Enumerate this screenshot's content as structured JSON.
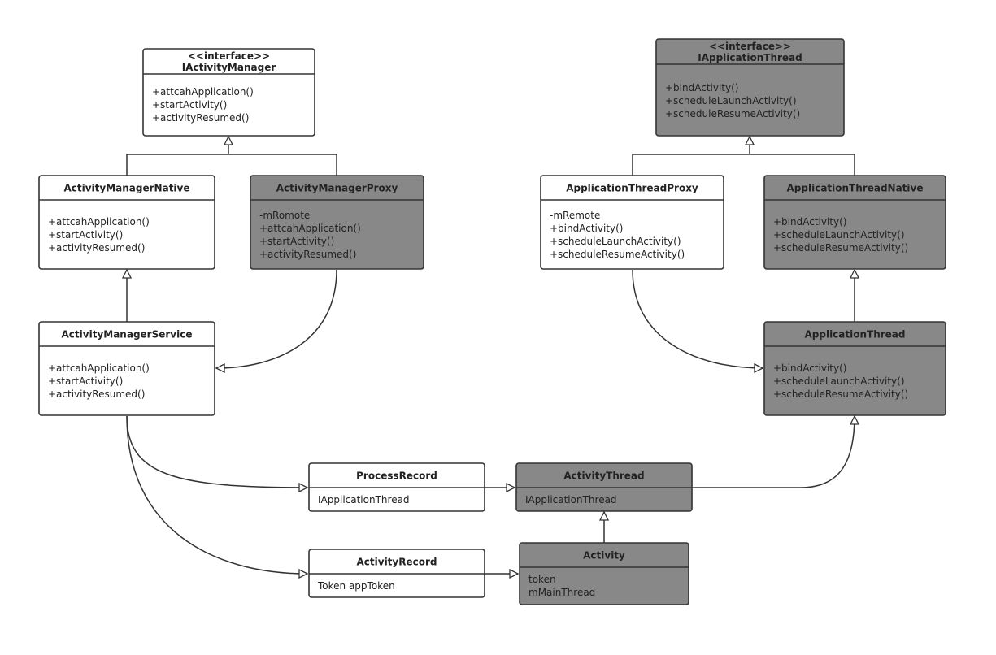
{
  "colors": {
    "plain_fill": "#ffffff",
    "shaded_fill": "#888888",
    "stroke": "#333333"
  },
  "classes": [
    {
      "id": "IActivityManager",
      "stereotype": "<<interface>>",
      "name": "IActivityManager",
      "shaded": false,
      "members": [
        "+attcahApplication()",
        "+startActivity()",
        "+activityResumed()"
      ]
    },
    {
      "id": "IApplicationThread",
      "stereotype": "<<interface>>",
      "name": "IApplicationThread",
      "shaded": true,
      "members": [
        "+bindActivity()",
        "+scheduleLaunchActivity()",
        "+scheduleResumeActivity()"
      ]
    },
    {
      "id": "ActivityManagerNative",
      "name": "ActivityManagerNative",
      "shaded": false,
      "members": [
        "+attcahApplication()",
        "+startActivity()",
        "+activityResumed()"
      ]
    },
    {
      "id": "ActivityManagerProxy",
      "name": "ActivityManagerProxy",
      "shaded": true,
      "members": [
        "-mRomote",
        "+attcahApplication()",
        "+startActivity()",
        "+activityResumed()"
      ]
    },
    {
      "id": "ApplicationThreadProxy",
      "name": "ApplicationThreadProxy",
      "shaded": false,
      "members": [
        "-mRemote",
        "+bindActivity()",
        "+scheduleLaunchActivity()",
        "+scheduleResumeActivity()"
      ]
    },
    {
      "id": "ApplicationThreadNative",
      "name": "ApplicationThreadNative",
      "shaded": true,
      "members": [
        "+bindActivity()",
        "+scheduleLaunchActivity()",
        "+scheduleResumeActivity()"
      ]
    },
    {
      "id": "ActivityManagerService",
      "name": "ActivityManagerService",
      "shaded": false,
      "members": [
        "+attcahApplication()",
        "+startActivity()",
        "+activityResumed()"
      ]
    },
    {
      "id": "ApplicationThread",
      "name": "ApplicationThread",
      "shaded": true,
      "members": [
        "+bindActivity()",
        "+scheduleLaunchActivity()",
        "+scheduleResumeActivity()"
      ]
    },
    {
      "id": "ProcessRecord",
      "name": "ProcessRecord",
      "shaded": false,
      "members": [
        "IApplicationThread"
      ]
    },
    {
      "id": "ActivityThread",
      "name": "ActivityThread",
      "shaded": true,
      "members": [
        "IApplicationThread"
      ]
    },
    {
      "id": "ActivityRecord",
      "name": "ActivityRecord",
      "shaded": false,
      "members": [
        "Token appToken"
      ]
    },
    {
      "id": "Activity",
      "name": "Activity",
      "shaded": true,
      "members": [
        "token",
        "mMainThread"
      ]
    }
  ],
  "relations": [
    {
      "from": "ActivityManagerNative",
      "to": "IActivityManager",
      "type": "realization"
    },
    {
      "from": "ActivityManagerProxy",
      "to": "IActivityManager",
      "type": "realization"
    },
    {
      "from": "ApplicationThreadProxy",
      "to": "IApplicationThread",
      "type": "realization"
    },
    {
      "from": "ApplicationThreadNative",
      "to": "IApplicationThread",
      "type": "realization"
    },
    {
      "from": "ActivityManagerService",
      "to": "ActivityManagerNative",
      "type": "inheritance"
    },
    {
      "from": "ApplicationThread",
      "to": "ApplicationThreadNative",
      "type": "inheritance"
    },
    {
      "from": "ActivityManagerProxy",
      "to": "ActivityManagerService",
      "type": "association"
    },
    {
      "from": "ApplicationThreadProxy",
      "to": "ApplicationThread",
      "type": "association"
    },
    {
      "from": "ActivityManagerService",
      "to": "ProcessRecord",
      "type": "association"
    },
    {
      "from": "ActivityManagerService",
      "to": "ActivityRecord",
      "type": "association"
    },
    {
      "from": "ProcessRecord",
      "to": "ActivityThread",
      "type": "association"
    },
    {
      "from": "ActivityRecord",
      "to": "Activity",
      "type": "association"
    },
    {
      "from": "Activity",
      "to": "ActivityThread",
      "type": "association"
    },
    {
      "from": "ActivityThread",
      "to": "ApplicationThread",
      "type": "association"
    }
  ]
}
